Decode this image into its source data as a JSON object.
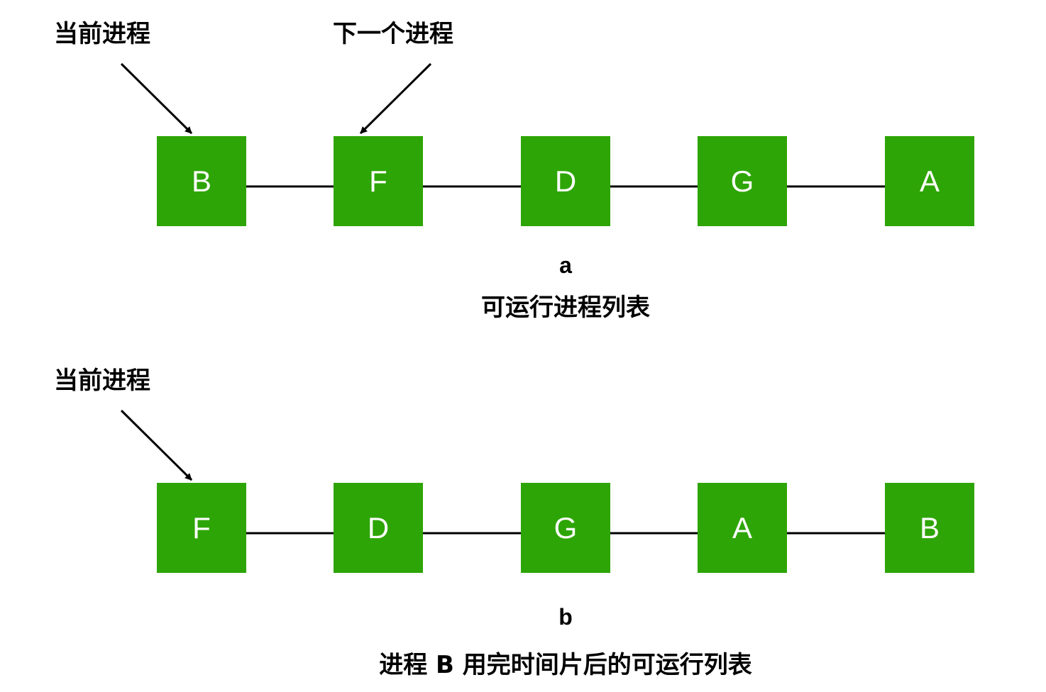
{
  "colors": {
    "node_fill": "#2ea506",
    "node_text": "#ffffff",
    "line": "#000000"
  },
  "diagram_a": {
    "pointer_labels": [
      "当前进程",
      "下一个进程"
    ],
    "nodes": [
      "B",
      "F",
      "D",
      "G",
      "A"
    ],
    "letter": "a",
    "caption": "可运行进程列表"
  },
  "diagram_b": {
    "pointer_labels": [
      "当前进程"
    ],
    "nodes": [
      "F",
      "D",
      "G",
      "A",
      "B"
    ],
    "letter": "b",
    "caption": "进程 B 用完时间片后的可运行列表"
  }
}
